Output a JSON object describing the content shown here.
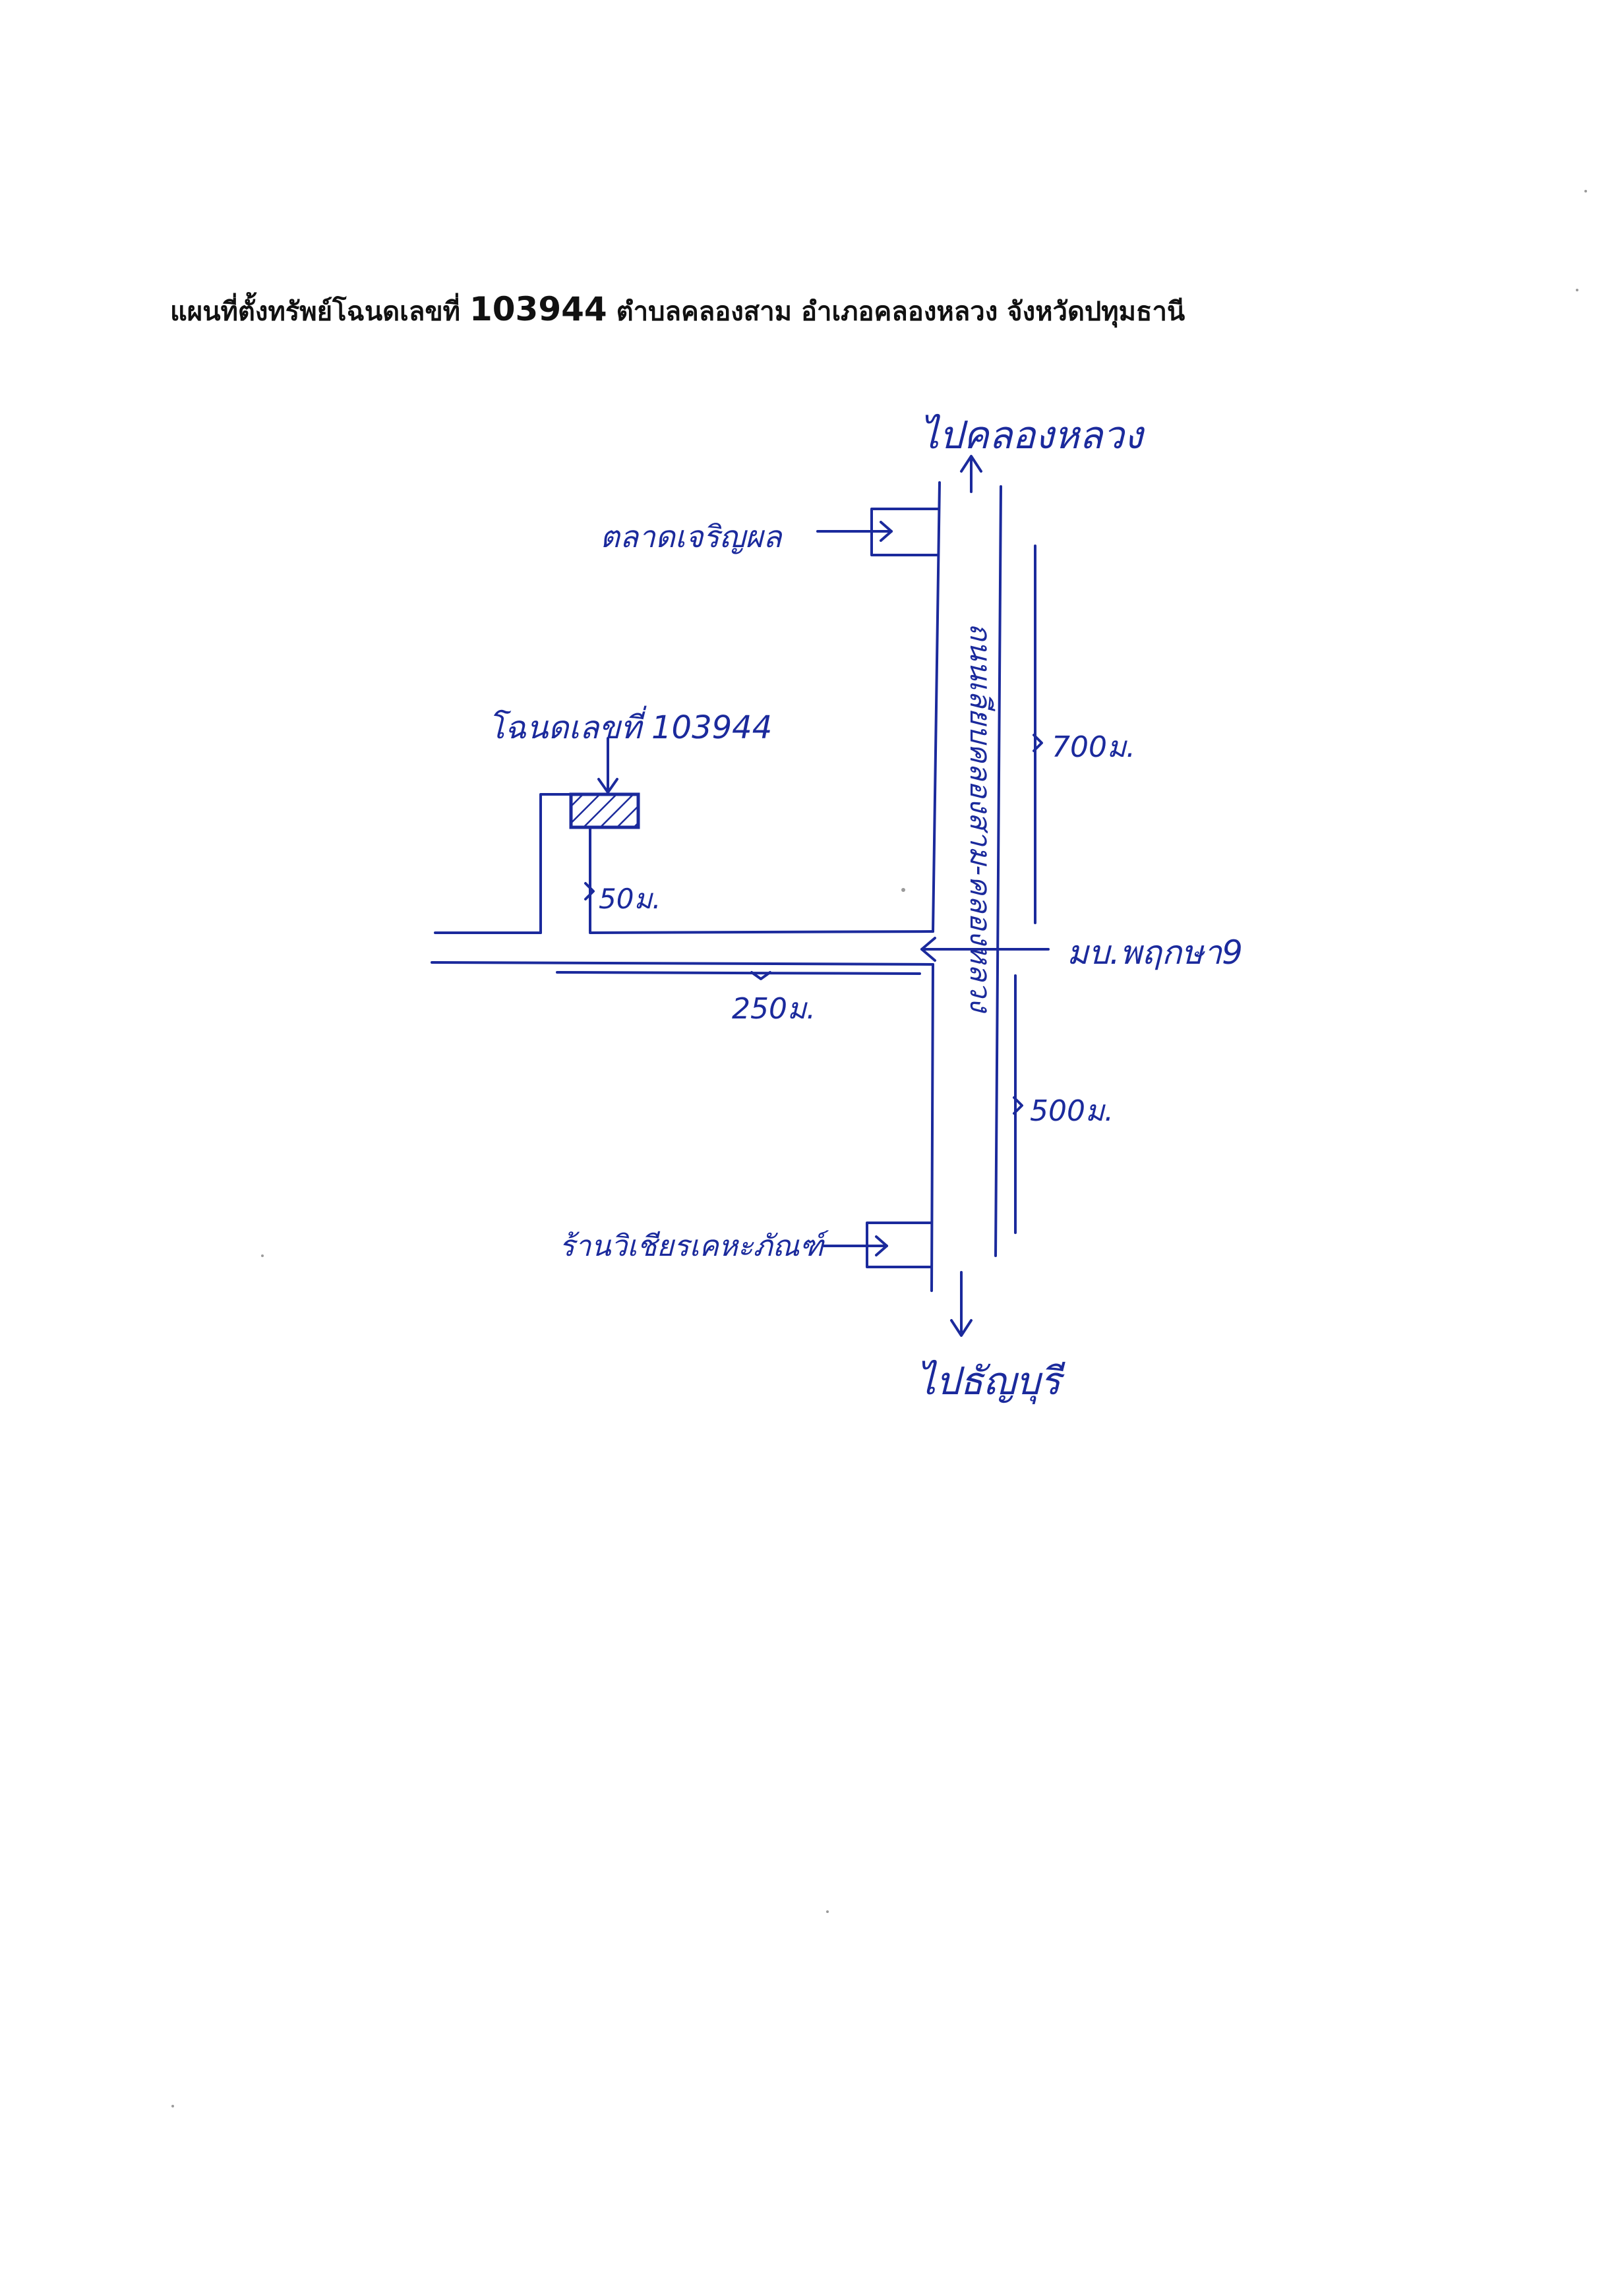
{
  "title": {
    "prefix": "แผนที่ตั้งทรัพย์โฉนดเลขที่ ",
    "deed_number": "103944",
    "suffix": " ตำบลคลองสาม อำเภอคลองหลวง จังหวัดปทุมธานี"
  },
  "map": {
    "ink_color": "#1b2a9c",
    "labels": {
      "to_north": "ไปคลองหลวง",
      "to_south": "ไปธัญบุรี",
      "market": "ตลาดเจริญผล",
      "shop": "ร้านวิเชียรเคหะภัณฑ์",
      "deed": "โฉนดเลขที่ 103944",
      "main_road": "ถนนเลียบคลองสาม-คลองหลวง",
      "village": "มบ.พฤกษา9",
      "dist_north": "700ม.",
      "dist_south": "500ม.",
      "dist_side_road": "250ม.",
      "dist_lane": "50ม."
    }
  }
}
